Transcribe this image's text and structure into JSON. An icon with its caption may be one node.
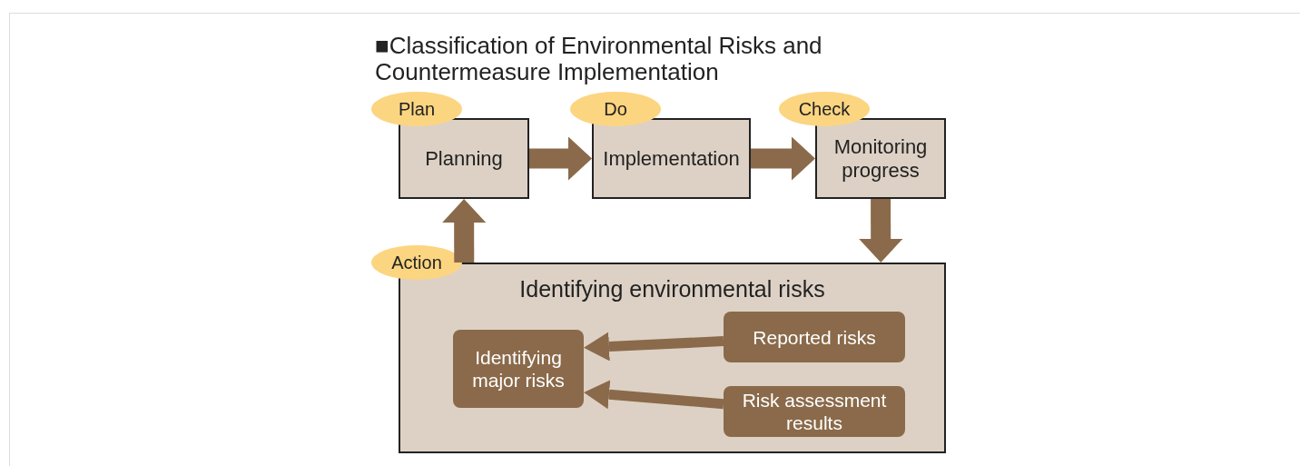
{
  "diagram": {
    "title": "■Classification of Environmental Risks and Countermeasure Implementation",
    "nodes": [
      {
        "text": [
          "Plan"
        ]
      },
      {
        "text": [
          "Planning"
        ]
      },
      {
        "text": [
          "Do"
        ]
      },
      {
        "text": [
          "Implementation"
        ]
      },
      {
        "text": [
          "Check"
        ]
      },
      {
        "text": [
          "Monitoring progress"
        ]
      },
      {
        "text": [
          "Action"
        ]
      },
      {
        "text": [
          "Identifying environmental risks"
        ]
      },
      {
        "text": [
          "Identifying major risks"
        ],
        "in": 7
      },
      {
        "text": [
          "Reported risks"
        ],
        "in": 7
      },
      {
        "text": [
          "Risk assessment results"
        ],
        "in": 7
      }
    ],
    "edges": [
      {
        "from": 1,
        "to": 3,
        "arrow": "to"
      },
      {
        "from": 3,
        "to": 5,
        "arrow": "to"
      },
      {
        "from": 5,
        "to": 7,
        "arrow": "to"
      },
      {
        "from": 7,
        "to": 1,
        "arrow": "to"
      },
      {
        "from": 9,
        "to": 8,
        "arrow": "to"
      },
      {
        "from": 10,
        "to": 8,
        "arrow": "to"
      }
    ]
  }
}
